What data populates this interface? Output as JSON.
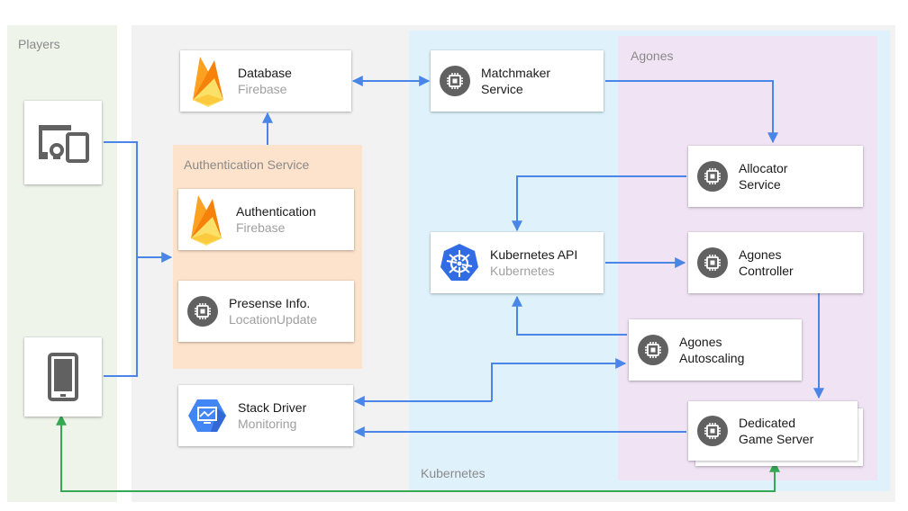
{
  "regions": {
    "players": "Players",
    "agones": "Agones",
    "auth_service": "Authentication Service",
    "kubernetes": "Kubernetes"
  },
  "nodes": {
    "database": {
      "title": "Database",
      "sub": "Firebase",
      "icon": "firebase-icon"
    },
    "authentication": {
      "title": "Authentication",
      "sub": "Firebase",
      "icon": "firebase-icon"
    },
    "presence": {
      "title": "Presense Info.",
      "sub": "LocationUpdate",
      "icon": "chip-icon"
    },
    "stackdriver": {
      "title": "Stack Driver",
      "sub": "Monitoring",
      "icon": "monitoring-icon"
    },
    "matchmaker": {
      "title": "Matchmaker",
      "title2": "Service",
      "icon": "chip-icon"
    },
    "kube_api": {
      "title": "Kubernetes API",
      "sub": "Kubernetes",
      "icon": "kubernetes-icon"
    },
    "allocator": {
      "title": "Allocator",
      "title2": "Service",
      "icon": "chip-icon"
    },
    "agones_controller": {
      "title": "Agones",
      "title2": "Controller",
      "icon": "chip-icon"
    },
    "agones_autoscaling": {
      "title": "Agones",
      "title2": "Autoscaling",
      "icon": "chip-icon"
    },
    "dedicated_server": {
      "title": "Dedicated",
      "title2": "Game Server",
      "icon": "chip-icon"
    },
    "player_desktop": {
      "icon": "desktop-mobile-icon"
    },
    "player_tablet": {
      "icon": "tablet-icon"
    }
  },
  "colors": {
    "arrow_blue": "#4a86e8",
    "arrow_green": "#34a853",
    "players_bg": "#eef4ea",
    "main_bg": "#f2f2f2",
    "kubernetes_bg": "#dff2fb",
    "agones_bg": "#f0e3f4",
    "auth_bg": "#fde3cc"
  }
}
